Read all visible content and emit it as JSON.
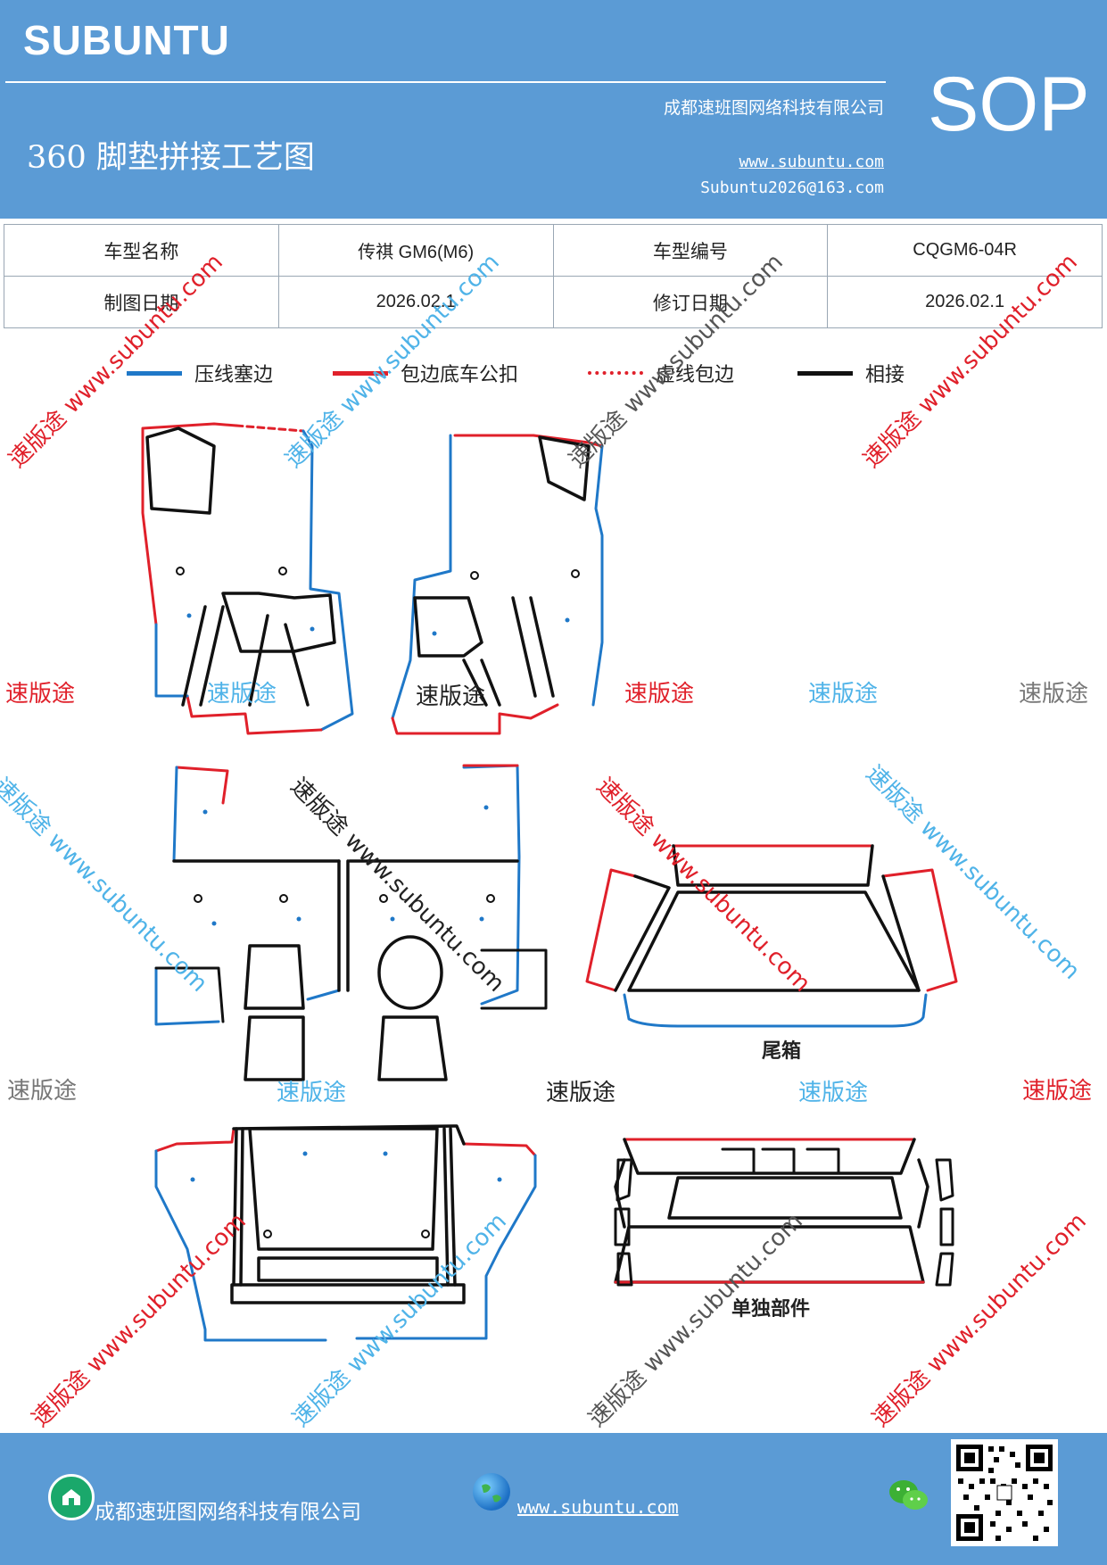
{
  "header": {
    "brand": "SUBUNTU",
    "badge": "SOP",
    "company": "成都速班图网络科技有限公司",
    "title": "360 脚垫拼接工艺图",
    "website": "www.subuntu.com",
    "email": "Subuntu2026@163.com"
  },
  "info_table": {
    "model_name_label": "车型名称",
    "model_name": "传祺 GM6(M6)",
    "model_code_label": "车型编号",
    "model_code": "CQGM6-04R",
    "draw_date_label": "制图日期",
    "draw_date": "2026.02.1",
    "revise_date_label": "修订日期",
    "revise_date": "2026.02.1"
  },
  "legend": [
    {
      "label": "压线塞边",
      "color": "#1f78c8",
      "style": "solid"
    },
    {
      "label": "包边底车公扣",
      "color": "#e0202a",
      "style": "solid"
    },
    {
      "label": "虚线包边",
      "color": "#e0202a",
      "style": "dashed"
    },
    {
      "label": "相接",
      "color": "#111111",
      "style": "solid"
    }
  ],
  "captions": {
    "trunk": "尾箱",
    "separate": "单独部件"
  },
  "watermark": {
    "brand_cn": "速版途",
    "url_text": "速版途 www.subuntu.com",
    "colors": {
      "red": "#e0202a",
      "blue": "#4fb3e8",
      "gray": "#777777",
      "black": "#222222"
    }
  },
  "footer": {
    "company": "成都速班图网络科技有限公司",
    "website": "www.subuntu.com "
  },
  "colors": {
    "header_bg": "#5b9bd5",
    "blue_edge": "#1f78c8",
    "red_edge": "#e0202a",
    "join": "#111111"
  }
}
